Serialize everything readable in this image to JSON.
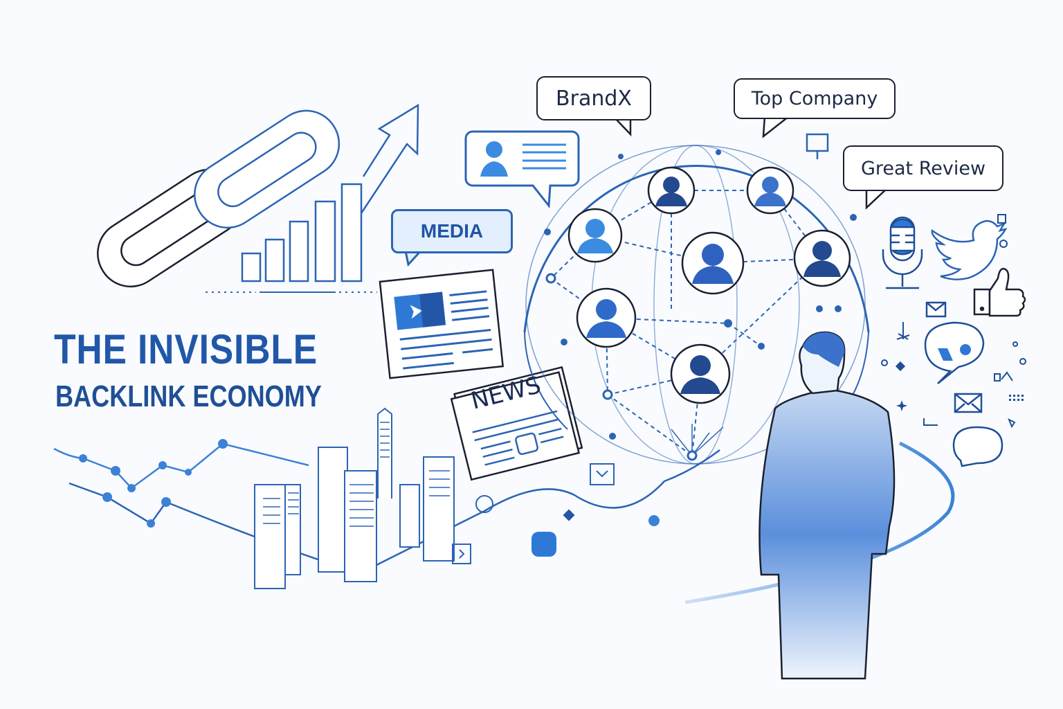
{
  "title": {
    "line1": "THE INVISIBLE",
    "line2": "BACKLINK ECONOMY"
  },
  "bubbles": {
    "brand": "BrandX",
    "company": "Top Company",
    "review": "Great Review",
    "media": "MEDIA"
  },
  "newspaper": {
    "headline": "NEWS"
  },
  "icons": [
    "chain-link-icon",
    "bar-chart-icon",
    "trend-arrow-icon",
    "profile-card-icon",
    "article-icon",
    "newspaper-icon",
    "globe-network-icon",
    "person-avatar-icon",
    "microphone-icon",
    "twitter-bird-icon",
    "thumbs-up-icon",
    "envelope-icon",
    "quote-bubble-icon",
    "chat-bubble-icon",
    "businessman-figure",
    "city-skyline",
    "line-chart"
  ],
  "colors": {
    "primary": "#2157a8",
    "accent": "#3b82d6",
    "light": "#e3effc",
    "ink": "#1a2030"
  }
}
